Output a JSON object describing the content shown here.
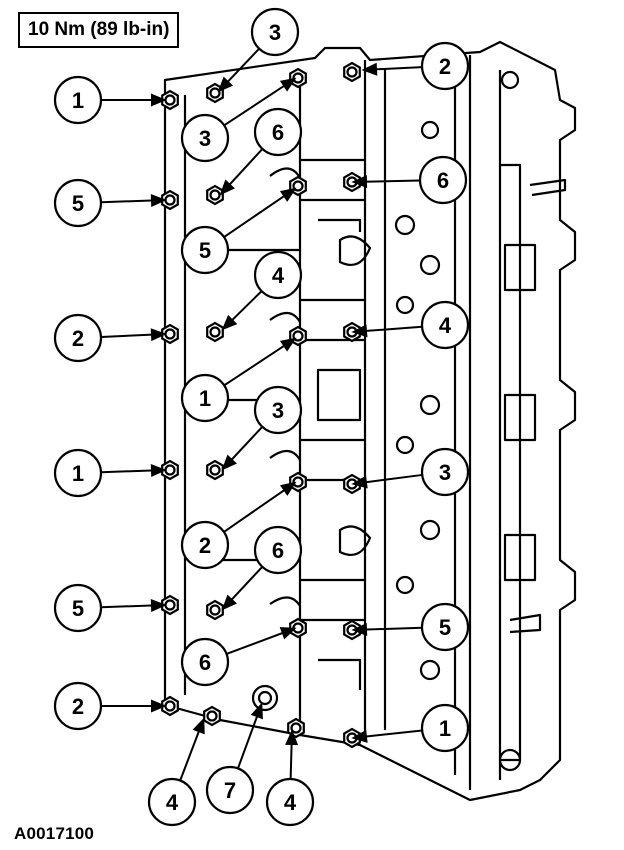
{
  "torque_spec": "10 Nm (89 lb-in)",
  "figure_id": "A0017100",
  "callouts": [
    {
      "number": "1"
    },
    {
      "number": "2"
    },
    {
      "number": "3"
    },
    {
      "number": "3"
    },
    {
      "number": "5"
    },
    {
      "number": "6"
    },
    {
      "number": "6"
    },
    {
      "number": "5"
    },
    {
      "number": "2"
    },
    {
      "number": "4"
    },
    {
      "number": "4"
    },
    {
      "number": "1"
    },
    {
      "number": "1"
    },
    {
      "number": "3"
    },
    {
      "number": "3"
    },
    {
      "number": "2"
    },
    {
      "number": "5"
    },
    {
      "number": "6"
    },
    {
      "number": "5"
    },
    {
      "number": "6"
    },
    {
      "number": "2"
    },
    {
      "number": "1"
    },
    {
      "number": "4"
    },
    {
      "number": "7"
    },
    {
      "number": "4"
    }
  ]
}
